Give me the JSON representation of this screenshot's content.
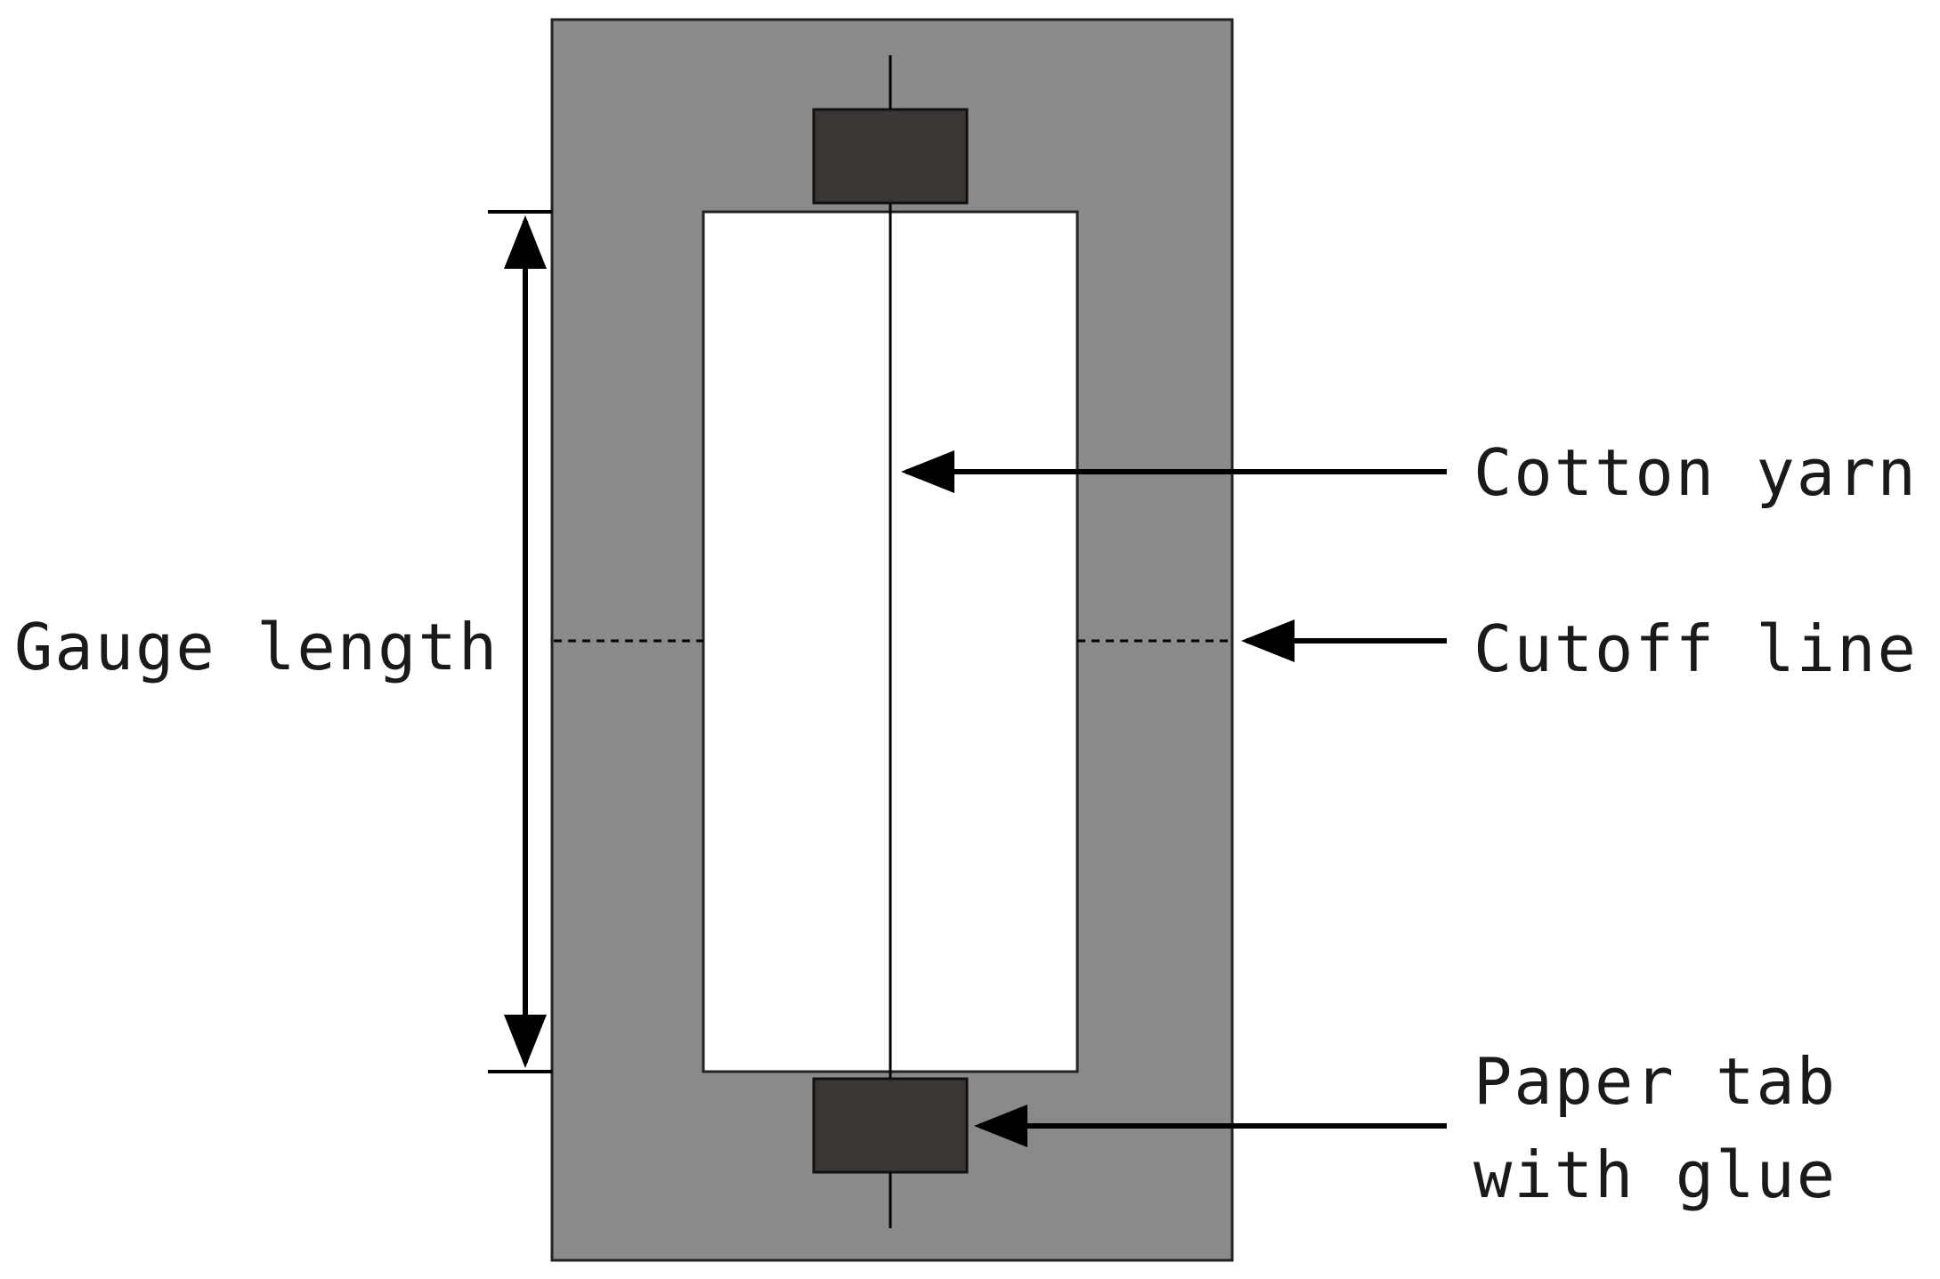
{
  "labels": {
    "gauge_length": "Gauge length",
    "cotton_yarn": "Cotton yarn",
    "cutoff_line": "Cutoff line",
    "paper_tab_line1": "Paper tab",
    "paper_tab_line2": "with glue"
  },
  "colors": {
    "frame_fill": "#8a8a8a",
    "window_fill": "#ffffff",
    "tab_fill": "#3a3634",
    "line": "#000000"
  }
}
